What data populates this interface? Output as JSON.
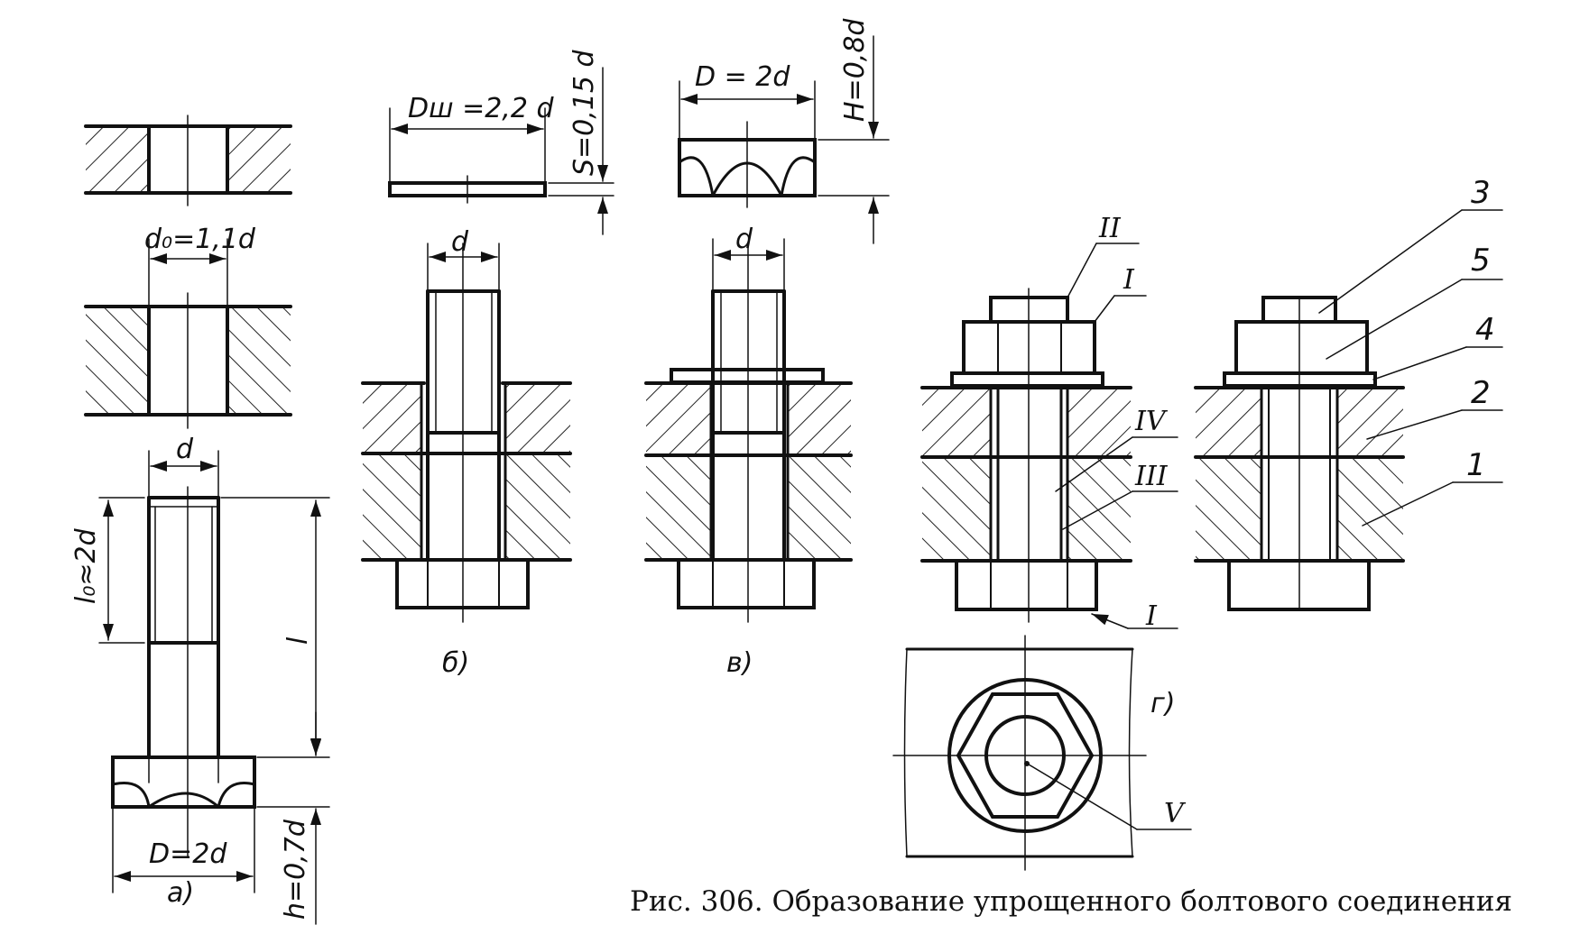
{
  "caption": "Рис. 306.  Образование упрощенного болтового соединения",
  "panels": {
    "a": "а)",
    "b": "б)",
    "v": "в)",
    "g": "г)"
  },
  "dims": {
    "d0": "d₀=1,1d",
    "d_a": "d",
    "l0": "l₀≈2d",
    "l": "l",
    "D_head": "D=2d",
    "h": "h=0,7d",
    "Dw": "Dш =2,2 d",
    "S": "S=0,15 d",
    "d_b": "d",
    "D_nut": "D = 2d",
    "H": "H=0,8d",
    "d_v": "d"
  },
  "markers": {
    "II": "II",
    "I_top": "I",
    "IV": "IV",
    "III": "III",
    "I_bottom": "I",
    "V": "V"
  },
  "parts": {
    "p3": "3",
    "p5": "5",
    "p4": "4",
    "p2": "2",
    "p1": "1"
  }
}
